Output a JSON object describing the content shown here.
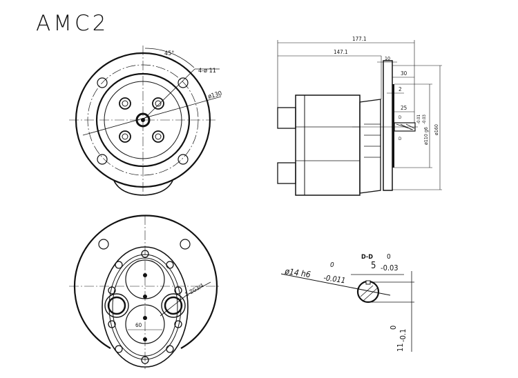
{
  "title": "AMC2",
  "front_view": {
    "angle_label": "45°",
    "hole_label": "4-ø 11",
    "bolt_circle_label": "ø130"
  },
  "rear_view": {
    "port_label": "2-ZG3/4",
    "center_distance_label": "60"
  },
  "side_view": {
    "overall_length": "177.1",
    "body_length": "147.1",
    "flange_thickness": "10",
    "shaft_length": "30",
    "pilot_depth": "2",
    "key_length": "25",
    "pilot_diameter": "ø110 g6",
    "pilot_tol_upper": "-0.01",
    "pilot_tol_lower": "-0.03",
    "flange_diameter": "ø160",
    "section_mark": "D"
  },
  "section_view": {
    "title": "D-D",
    "shaft_diameter": "ø14 h6",
    "shaft_tol_upper": "0",
    "shaft_tol_lower": "-0.011",
    "key_width": "5",
    "key_tol_upper": "0",
    "key_tol_lower": "-0.03",
    "key_height": "11",
    "height_tol_upper": "0",
    "height_tol_lower": "-0.1"
  }
}
